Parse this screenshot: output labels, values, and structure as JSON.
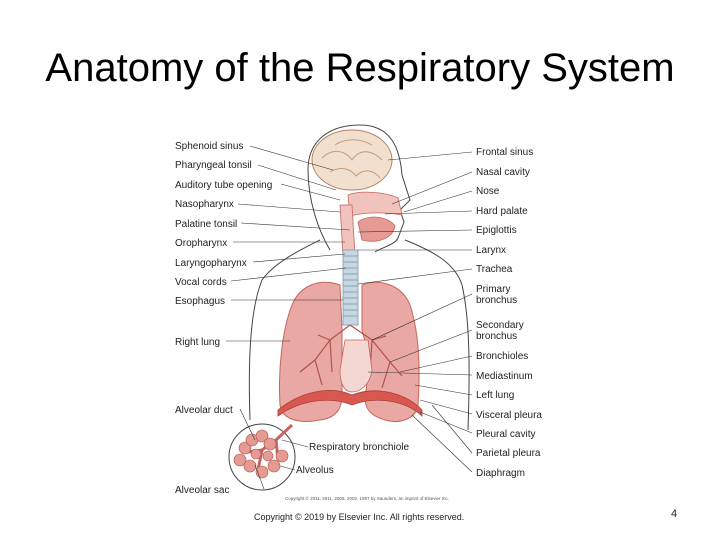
{
  "slide": {
    "title": "Anatomy of the Respiratory System",
    "footer": "Copyright © 2019 by Elsevier Inc. All rights reserved.",
    "page_number": "4"
  },
  "diagram": {
    "left_labels": [
      "Sphenoid sinus",
      "Pharyngeal tonsil",
      "Auditory tube opening",
      "Nasopharynx",
      "Palatine tonsil",
      "Oropharynx",
      "Laryngopharynx",
      "Vocal cords",
      "Esophagus",
      "Right lung",
      "Alveolar duct",
      "Alveolar sac"
    ],
    "right_labels": [
      "Frontal sinus",
      "Nasal cavity",
      "Nose",
      "Hard palate",
      "Epiglottis",
      "Larynx",
      "Trachea",
      "Primary",
      "bronchus",
      "Secondary",
      "bronchus",
      "Bronchioles",
      "Mediastinum",
      "Left lung",
      "Visceral pleura",
      "Pleural cavity",
      "Parietal pleura",
      "Diaphragm"
    ],
    "inner_labels": [
      "Respiratory bronchiole",
      "Alveolus"
    ],
    "image_credit": "Copyright © 2011, 2011, 2006, 2002, 1997 by Saunders, an imprint of Elsevier Inc."
  },
  "colors": {
    "lung": "#e9a8a3",
    "lung_dark": "#c4665f",
    "trachea": "#c7d6e3",
    "brain": "#f2e0cf",
    "line": "#333333"
  }
}
